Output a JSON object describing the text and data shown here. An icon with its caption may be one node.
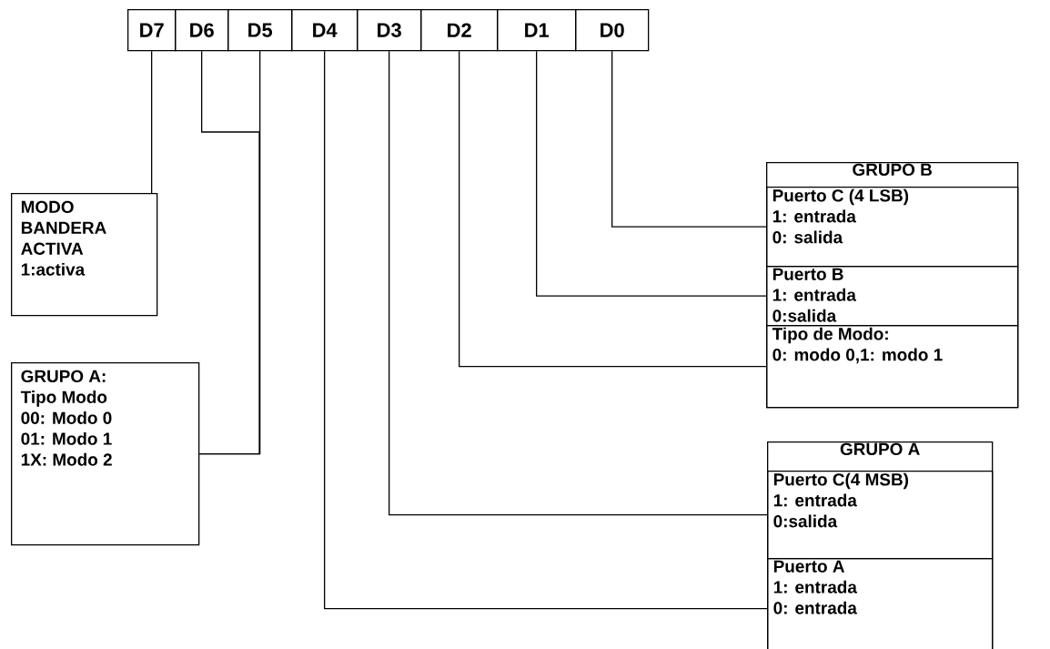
{
  "diagram": {
    "nodes": [
      {
        "text": [
          "D7"
        ]
      },
      {
        "text": [
          "D6"
        ]
      },
      {
        "text": [
          "D5"
        ]
      },
      {
        "text": [
          "D4"
        ]
      },
      {
        "text": [
          "D3"
        ]
      },
      {
        "text": [
          "D2"
        ]
      },
      {
        "text": [
          "D1"
        ]
      },
      {
        "text": [
          "D0"
        ]
      },
      {
        "text": [
          "MODO BANDERA ACTIVA",
          "1:activa"
        ]
      },
      {
        "text": [
          "GRUPO A:",
          "Tipo Modo",
          "00: Modo 0",
          "01: Modo 1",
          "1X: Modo 2"
        ]
      },
      {
        "text": [
          "GRUPO B"
        ]
      },
      {
        "text": [
          "Puerto C (4 LSB)",
          "1: entrada",
          "0: salida"
        ],
        "in": 10
      },
      {
        "text": [
          "Puerto B",
          "1: entrada",
          "0:salida"
        ],
        "in": 10
      },
      {
        "text": [
          "Tipo de Modo:",
          "0: modo 0,1: modo 1"
        ],
        "in": 10
      },
      {
        "text": [
          "GRUPO A"
        ]
      },
      {
        "text": [
          "Puerto C(4 MSB)",
          "1: entrada",
          "0:salida"
        ],
        "in": 14
      },
      {
        "text": [
          "Puerto A",
          "1: entrada",
          "0: entrada"
        ],
        "in": 14
      }
    ],
    "edges": [
      {
        "from": 0,
        "to": 8,
        "arrow": "none"
      },
      {
        "from": 1,
        "to": 9,
        "arrow": "none"
      },
      {
        "from": 2,
        "to": 9,
        "arrow": "none"
      },
      {
        "from": 3,
        "to": 16,
        "arrow": "none"
      },
      {
        "from": 4,
        "to": 15,
        "arrow": "none"
      },
      {
        "from": 5,
        "to": 13,
        "arrow": "none"
      },
      {
        "from": 6,
        "to": 12,
        "arrow": "none"
      },
      {
        "from": 7,
        "to": 11,
        "arrow": "none"
      }
    ]
  }
}
